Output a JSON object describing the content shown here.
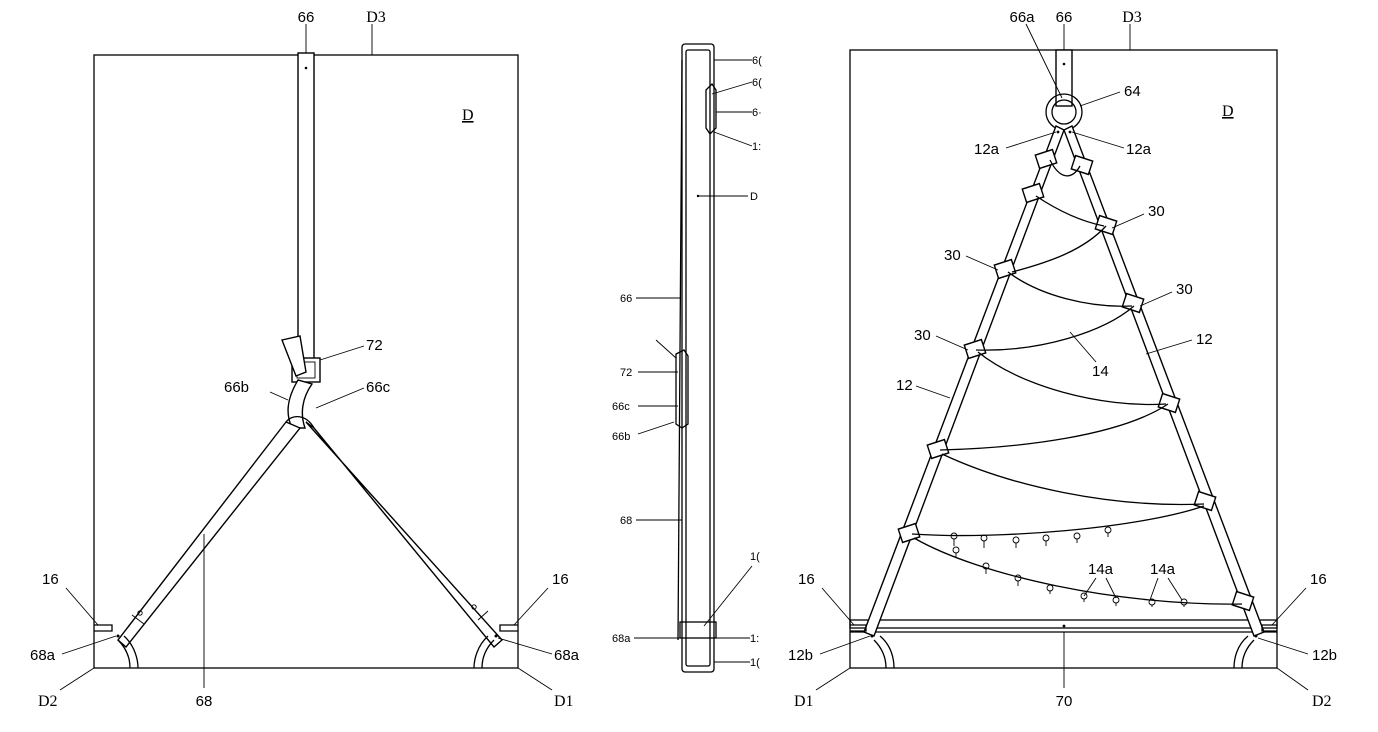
{
  "figure_left": {
    "labels": {
      "strap_top": "66",
      "edge_top": "D3",
      "door": "D",
      "buckle": "72",
      "strap_b": "66b",
      "strap_c": "66c",
      "hinge_left": "16",
      "hinge_right": "16",
      "end_left": "68a",
      "end_right": "68a",
      "corner_left": "D2",
      "corner_right": "D1",
      "frame": "68"
    }
  },
  "figure_middle": {
    "labels": {
      "r1": "6(",
      "r2": "6(",
      "r3": "6·",
      "r4": "1:",
      "r5": "D",
      "strap": "66",
      "buckle": "72",
      "strap_c": "66c",
      "strap_b": "66b",
      "frame": "68",
      "r6": "1(",
      "end": "68a",
      "r7": "1:",
      "r8": "1("
    }
  },
  "figure_right": {
    "labels": {
      "strap_a": "66a",
      "strap_top": "66",
      "edge_top": "D3",
      "ring": "64",
      "door": "D",
      "pole_top_left": "12a",
      "pole_top_right": "12a",
      "clip_1": "30",
      "clip_2": "30",
      "clip_3": "30",
      "clip_4": "30",
      "pole_right": "12",
      "pole_left": "12",
      "garland": "14",
      "hook_1": "14a",
      "hook_2": "14a",
      "hinge_left": "16",
      "hinge_right": "16",
      "pole_bottom_left": "12b",
      "pole_bottom_right": "12b",
      "corner_left": "D1",
      "base": "70",
      "corner_right": "D2"
    }
  }
}
